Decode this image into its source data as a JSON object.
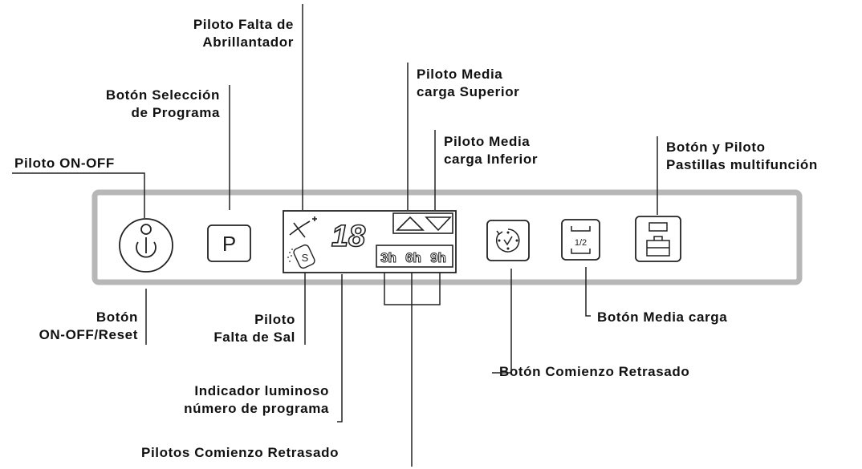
{
  "labels": {
    "piloto_abrillantador": "Piloto Falta de\nAbrillantador",
    "boton_seleccion": "Botón Selección\nde Programa",
    "piloto_onoff": "Piloto ON-OFF",
    "boton_onoff_reset": "Botón\nON-OFF/Reset",
    "piloto_falta_sal": "Piloto\nFalta de Sal",
    "indicador_numero": "Indicador luminoso\nnúmero de programa",
    "pilotos_comienzo": "Pilotos Comienzo Retrasado",
    "piloto_media_superior": "Piloto Media\ncarga Superior",
    "piloto_media_inferior": "Piloto Media\ncarga Inferior",
    "boton_pastillas": "Botón y Piloto\nPastillas multifunción",
    "boton_media_carga": "Botón Media carga",
    "boton_comienzo": "Botón Comienzo Retrasado"
  },
  "panel": {
    "program_button_letter": "P",
    "program_number": "18",
    "delay_options": [
      "3h",
      "6h",
      "9h"
    ],
    "half_load_text": "1/2"
  },
  "icons": [
    "power-icon",
    "rinse-aid-icon",
    "salt-icon",
    "up-triangle-icon",
    "down-triangle-icon",
    "clock-icon",
    "half-load-icon",
    "tablet-icon"
  ]
}
